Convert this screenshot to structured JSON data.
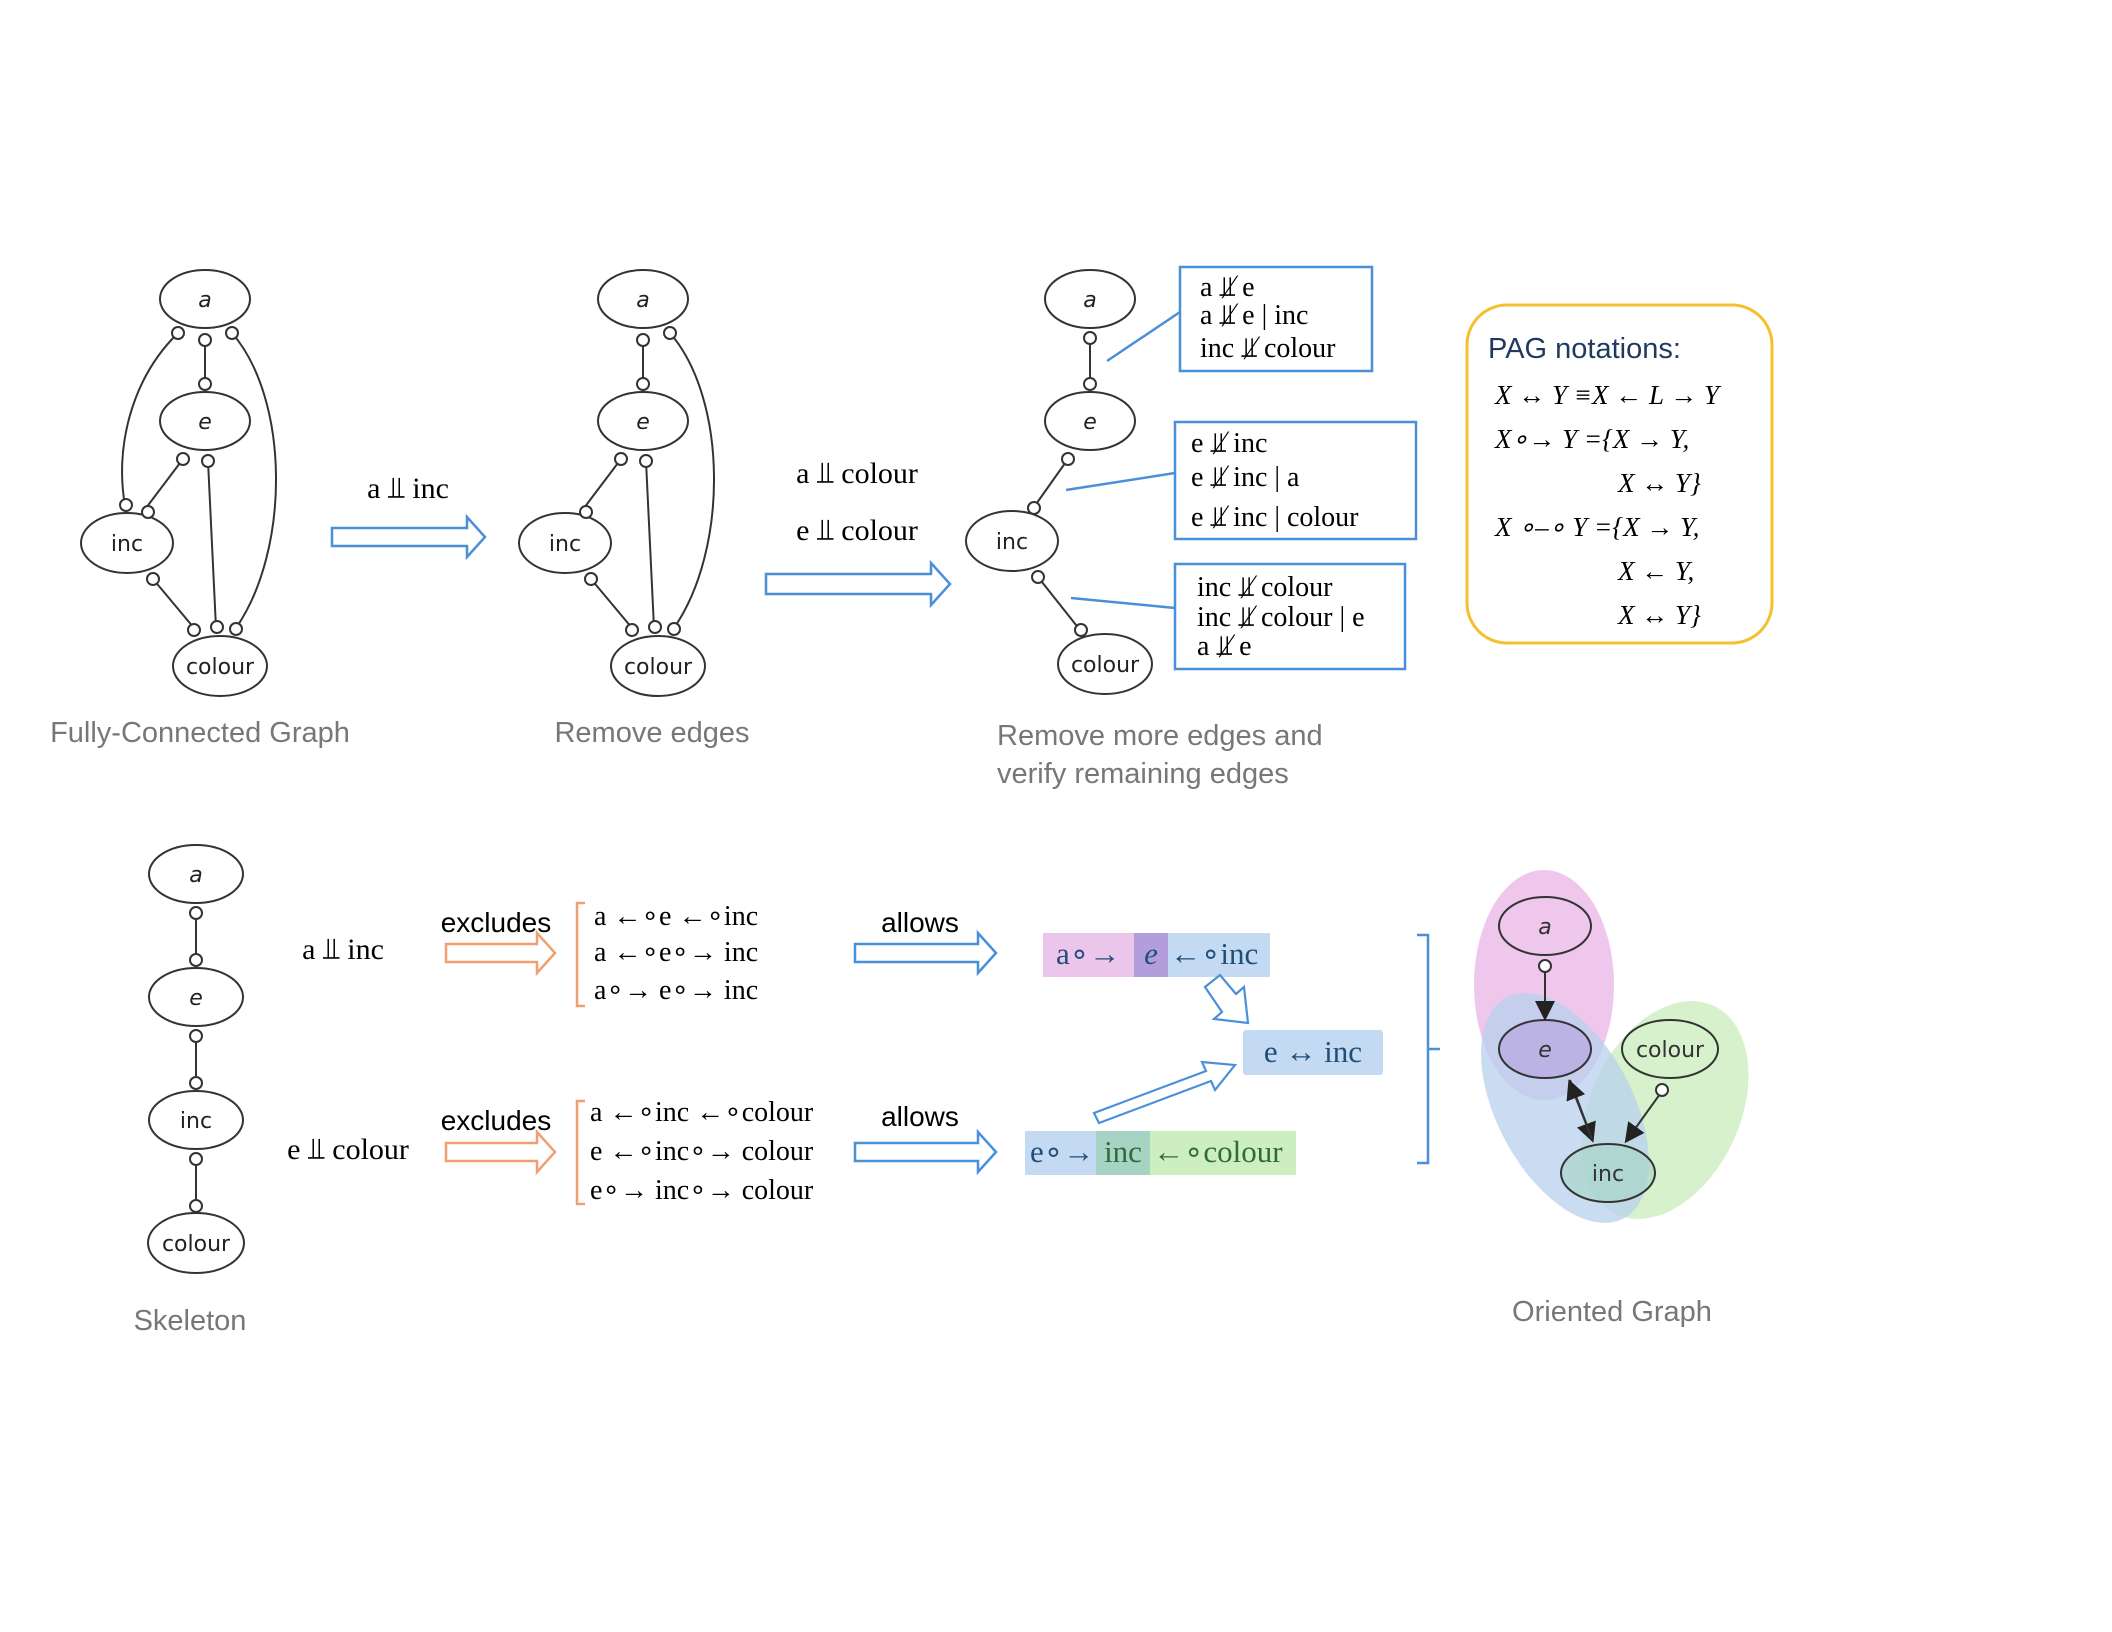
{
  "nodes": {
    "a": "a",
    "e": "e",
    "inc": "inc",
    "colour": "colour"
  },
  "captions": {
    "fully_connected": "Fully-Connected Graph",
    "remove_edges": "Remove edges",
    "remove_more_1": "Remove more edges and",
    "remove_more_2": "verify remaining edges",
    "skeleton": "Skeleton",
    "oriented": "Oriented Graph"
  },
  "step_labels": {
    "s1": "a ⫫ inc",
    "s2a": "a ⫫ colour",
    "s2b": "e ⫫ colour"
  },
  "test_boxes": {
    "box1": [
      "a ⫫̸ e",
      "a ⫫̸ e | inc",
      "inc ⫫̸ colour"
    ],
    "box2": [
      "e ⫫̸ inc",
      "e ⫫̸ inc | a",
      "e ⫫̸ inc | colour"
    ],
    "box3": [
      "inc ⫫̸ colour",
      "inc ⫫̸ colour | e",
      "a ⫫̸ e"
    ]
  },
  "notations": {
    "title": "PAG notations:",
    "lines": [
      "X ↔ Y ≡X ← L → Y",
      "X∘→ Y ={X → Y,",
      "X ↔ Y}",
      "X ∘–∘ Y ={X → Y,",
      "X ← Y,",
      "X ↔ Y}"
    ]
  },
  "bottom": {
    "cond1": "a ⫫ inc",
    "cond2": "e ⫫ colour",
    "excludes": "excludes",
    "allows": "allows",
    "excl1": [
      "a ←∘e ←∘inc",
      "a ←∘e∘→ inc",
      "a∘→ e∘→ inc"
    ],
    "excl2": [
      "a ←∘inc ←∘colour",
      "e ←∘inc∘→ colour",
      "e∘→ inc∘→ colour"
    ],
    "allow1": {
      "a": "a∘→",
      "e": "e",
      "inc": "←∘inc"
    },
    "allow2": {
      "e": "e∘→",
      "inc": "inc",
      "colour": "←∘colour"
    },
    "merged": "e ↔ inc"
  },
  "colors": {
    "blue_arrow": "#4a90d9",
    "orange_arrow": "#f0a070",
    "gold_border": "#f5c030",
    "pink": "#e9b3e6",
    "blue": "#b7d0ee",
    "green": "#cdeebf",
    "purple": "#b39ddb"
  }
}
